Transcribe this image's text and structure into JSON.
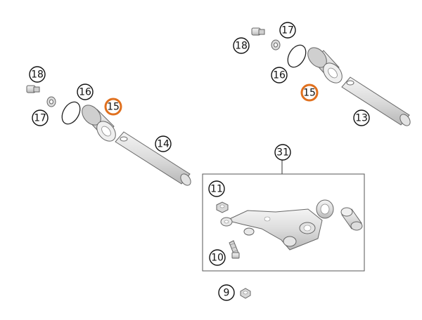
{
  "colors": {
    "highlight": "#e0701e",
    "part_fill": "#e6e6e6",
    "part_shadow": "#bdbdbd",
    "outline": "#555555"
  },
  "callouts": [
    {
      "id": "c18a",
      "label": "18",
      "highlight": false
    },
    {
      "id": "c16a",
      "label": "16",
      "highlight": false
    },
    {
      "id": "c15a",
      "label": "15",
      "highlight": true
    },
    {
      "id": "c17a",
      "label": "17",
      "highlight": false
    },
    {
      "id": "c14",
      "label": "14",
      "highlight": false
    },
    {
      "id": "c17b",
      "label": "17",
      "highlight": false
    },
    {
      "id": "c18b",
      "label": "18",
      "highlight": false
    },
    {
      "id": "c16b",
      "label": "16",
      "highlight": false
    },
    {
      "id": "c15b",
      "label": "15",
      "highlight": true
    },
    {
      "id": "c13",
      "label": "13",
      "highlight": false
    },
    {
      "id": "c31",
      "label": "31",
      "highlight": false
    },
    {
      "id": "c11",
      "label": "11",
      "highlight": false
    },
    {
      "id": "c10",
      "label": "10",
      "highlight": false
    },
    {
      "id": "c9",
      "label": "9",
      "highlight": false
    }
  ]
}
